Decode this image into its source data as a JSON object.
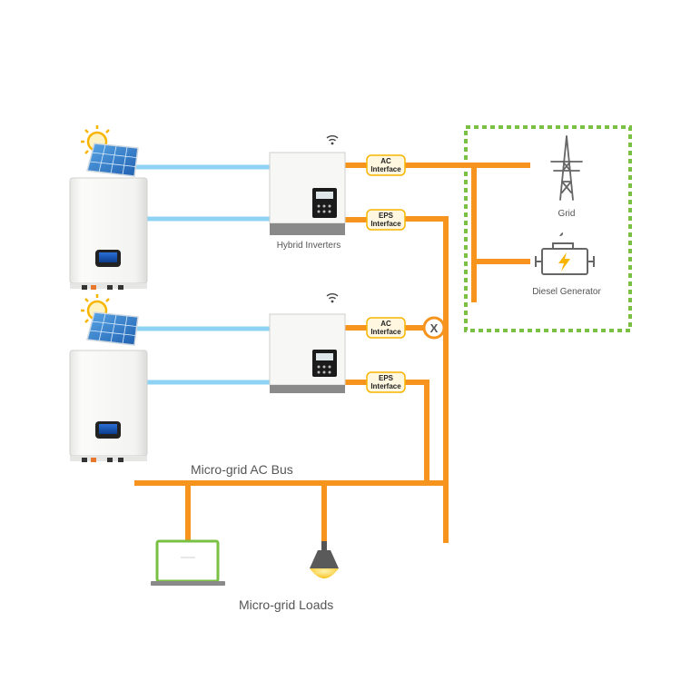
{
  "labels": {
    "hybrid_inverters": "Hybrid Inverters",
    "grid": "Grid",
    "diesel_generator": "Diesel Generator",
    "micro_grid_ac_bus": "Micro-grid AC Bus",
    "micro_grid_loads": "Micro-grid Loads"
  },
  "interfaces": {
    "ac_top": [
      "AC",
      "Interface"
    ],
    "eps_top": [
      "EPS",
      "Interface"
    ],
    "ac_bottom": [
      "AC",
      "Interface"
    ],
    "eps_bottom": [
      "EPS",
      "Interface"
    ]
  },
  "breaker_symbol": "X",
  "colors": {
    "dc_line": "#8fd3f4",
    "ac_line": "#f7941d",
    "grid_boundary": "#7ac143",
    "interface_fill": "#fff7e0",
    "interface_border": "#f7b500",
    "battery_body": "#f4f4f2",
    "inverter_base": "#8a8a8a",
    "laptop_screen": "#7ac143"
  },
  "icons": [
    "sun-icon",
    "solar-panel-icon",
    "wifi-icon",
    "transmission-tower-icon",
    "generator-icon",
    "laptop-icon",
    "ceiling-lamp-icon"
  ]
}
